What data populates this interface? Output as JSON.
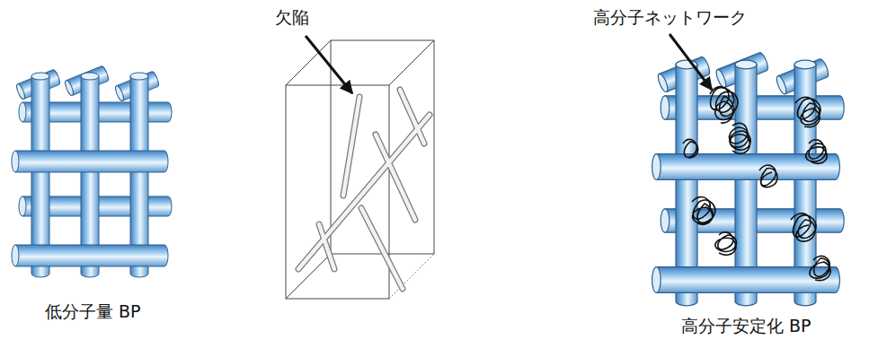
{
  "diagram": {
    "labels": [
      "欠陥",
      "高分子ネットワーク",
      "低分子量 BP",
      "高分子安定化 BP"
    ]
  }
}
